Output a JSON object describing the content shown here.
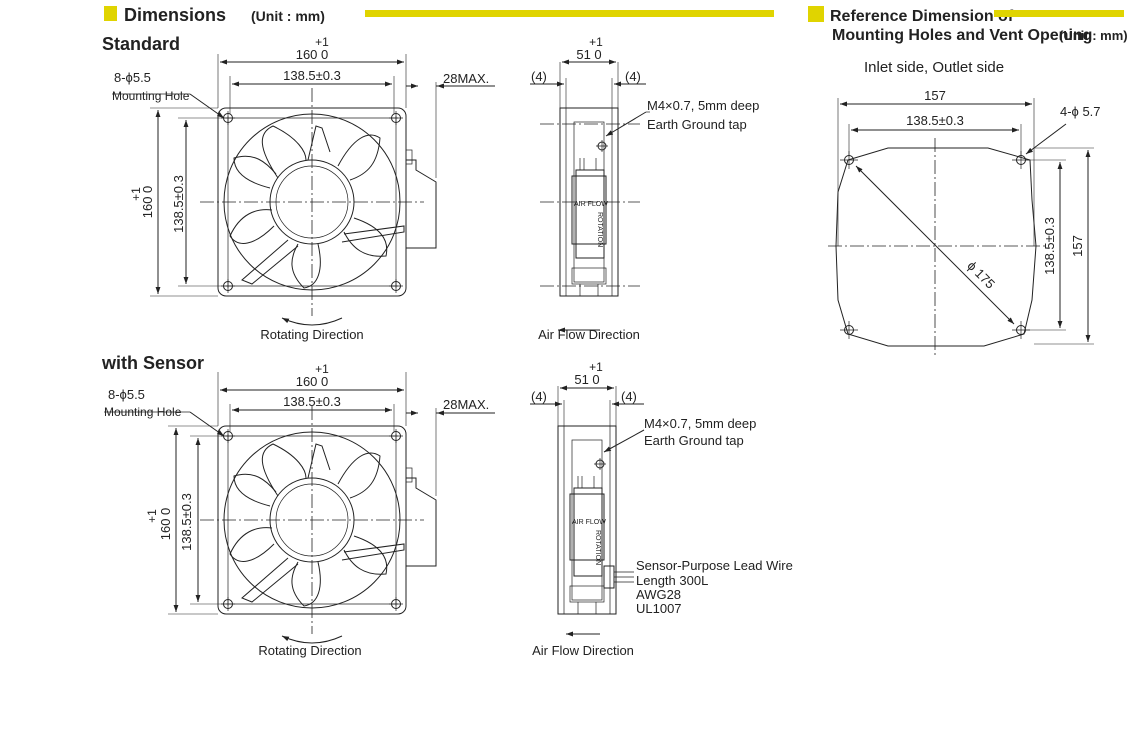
{
  "header": {
    "title": "Dimensions",
    "unit": "(Unit : mm)",
    "ref_line1": "Reference Dimension of",
    "ref_line2": "Mounting Holes and Vent Opening",
    "ref_unit": "(Unit : mm)",
    "accent": "#e0d400"
  },
  "standard": {
    "label": "Standard",
    "holes": "8-ϕ5.5",
    "holes_note": "Mounting Hole",
    "tol": "+1",
    "width": "160  0",
    "pitch": "138.5±0.3",
    "depth_max": "28MAX.",
    "height": "160  0",
    "height_pitch": "138.5±0.3",
    "rotating": "Rotating Direction",
    "side_depth": "51  0",
    "gap_left": "(4)",
    "gap_right": "(4)",
    "tap_line1": "M4×0.7, 5mm deep",
    "tap_line2": "Earth Ground tap",
    "airflow": "Air Flow Direction",
    "label_air": "AIR FLOW",
    "label_rot": "ROTATION"
  },
  "sensor": {
    "label": "with Sensor",
    "holes": "8-ϕ5.5",
    "holes_note": "Mounting Hole",
    "tol": "+1",
    "width": "160  0",
    "pitch": "138.5±0.3",
    "depth_max": "28MAX.",
    "height": "160  0",
    "height_pitch": "138.5±0.3",
    "rotating": "Rotating Direction",
    "side_depth": "51  0",
    "gap_left": "(4)",
    "gap_right": "(4)",
    "tap_line1": "M4×0.7, 5mm deep",
    "tap_line2": "Earth Ground tap",
    "lead1": "Sensor-Purpose Lead Wire",
    "lead2": "Length 300L",
    "lead3": "AWG28",
    "lead4": "UL1007",
    "airflow": "Air Flow Direction",
    "label_air": "AIR FLOW",
    "label_rot": "ROTATION"
  },
  "reference": {
    "subtitle": "Inlet side, Outlet side",
    "overall": "157",
    "pitch": "138.5±0.3",
    "holes": "4-ϕ 5.7",
    "height_pitch": "138.5±0.3",
    "height": "157",
    "diameter": "ϕ 175"
  }
}
